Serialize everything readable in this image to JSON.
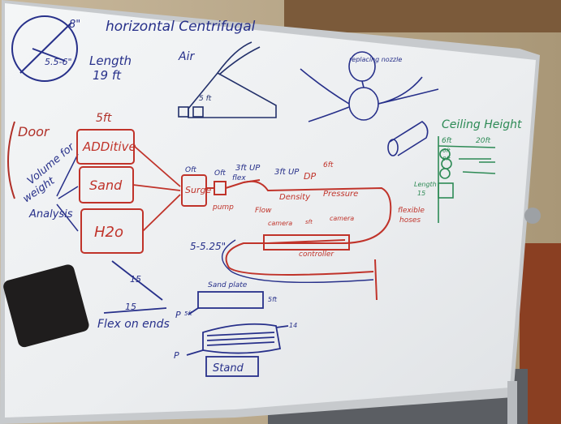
{
  "board": {
    "top_left": {
      "size": "8\"",
      "title": "horizontal Centrifugal",
      "dia": "5.5-6\"",
      "length_label": "Length",
      "length_value": "19 ft"
    },
    "air": "Air",
    "small_5ft": "5 ft",
    "nozzle": "replacing nozzle",
    "door": "Door",
    "top_5ft": "5ft",
    "volume": [
      "Volume for",
      "weight",
      "Analysis"
    ],
    "tanks": {
      "additive": "ADDitive",
      "sand": "Sand",
      "water": "H2o"
    },
    "surge": "Surge",
    "surge_dist": "Oft",
    "pump_dist": "Oft",
    "pump": "pump",
    "flex": "flex",
    "d1": "3ft UP",
    "d2": "3ft UP",
    "dp": "DP",
    "dp_dist": "6ft",
    "flow": "Flow",
    "density": "Density",
    "pressure": "Pressure",
    "camera1": "camera",
    "camera2": "camera",
    "small_label": "sft",
    "flexible": [
      "flexible",
      "hoses"
    ],
    "controller": "controller",
    "bend": "5-5.25\"",
    "ceiling": "Ceiling Height",
    "ceiling_dims": [
      "6ft",
      "20ft"
    ],
    "legend_left": [
      "Length",
      "15"
    ],
    "green_small": [
      "6ft",
      "8ft"
    ],
    "bracket_left": "15",
    "bracket_bottom": "15",
    "flex_ends": "Flex on ends",
    "p_left": "P",
    "p_left2": "P",
    "plate_label": "5ft",
    "plate_top": "Sand plate",
    "plate_right": "5ft",
    "plate_right2": "14",
    "stand": "Stand"
  }
}
